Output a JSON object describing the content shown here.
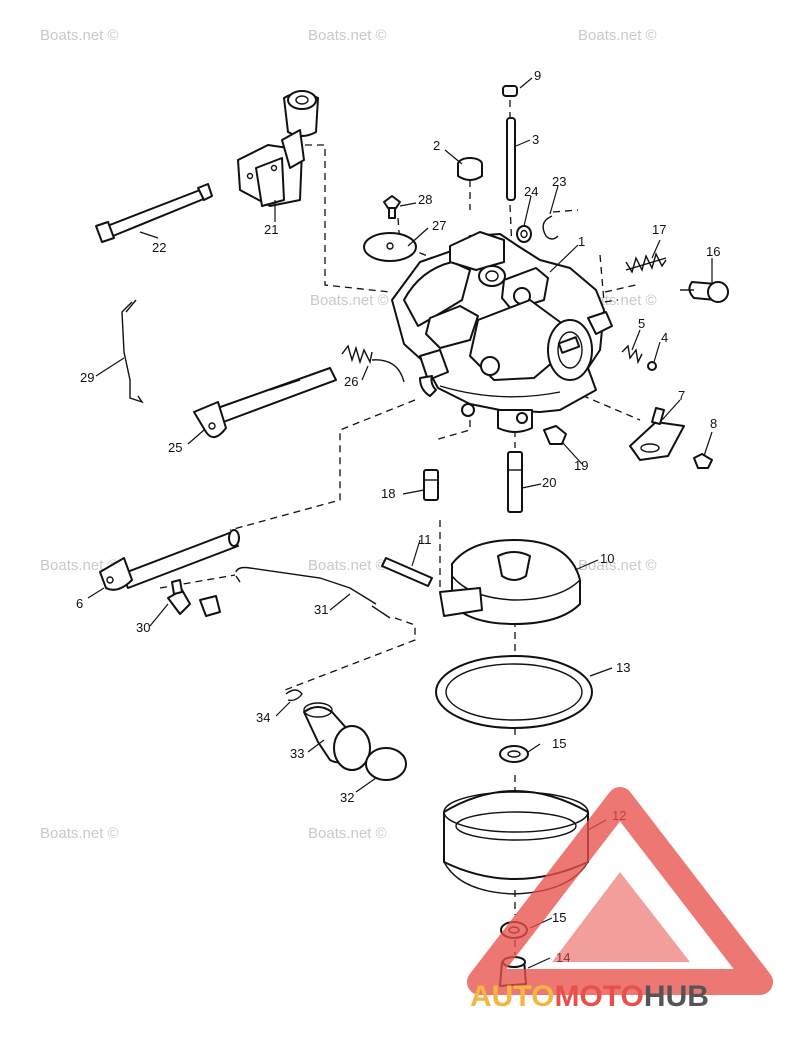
{
  "watermark_text": "Boats.net ©",
  "logo": {
    "text_auto": "AUTO",
    "text_moto": "MOTO",
    "text_hub": "HUB",
    "accent": "#e8514a",
    "auto_color": "#f3b640",
    "hub_color": "#555555"
  },
  "callouts": {
    "c1": "1",
    "c2": "2",
    "c3": "3",
    "c4": "4",
    "c5": "5",
    "c6": "6",
    "c7": "7",
    "c8": "8",
    "c9": "9",
    "c10": "10",
    "c11": "11",
    "c12": "12",
    "c13": "13",
    "c14": "14",
    "c15a": "15",
    "c15b": "15",
    "c16": "16",
    "c17": "17",
    "c18": "18",
    "c19": "19",
    "c20": "20",
    "c21": "21",
    "c22": "22",
    "c23": "23",
    "c24": "24",
    "c25": "25",
    "c26": "26",
    "c27": "27",
    "c28": "28",
    "c29": "29",
    "c30": "30",
    "c31": "31",
    "c32": "32",
    "c33": "33",
    "c34": "34"
  }
}
